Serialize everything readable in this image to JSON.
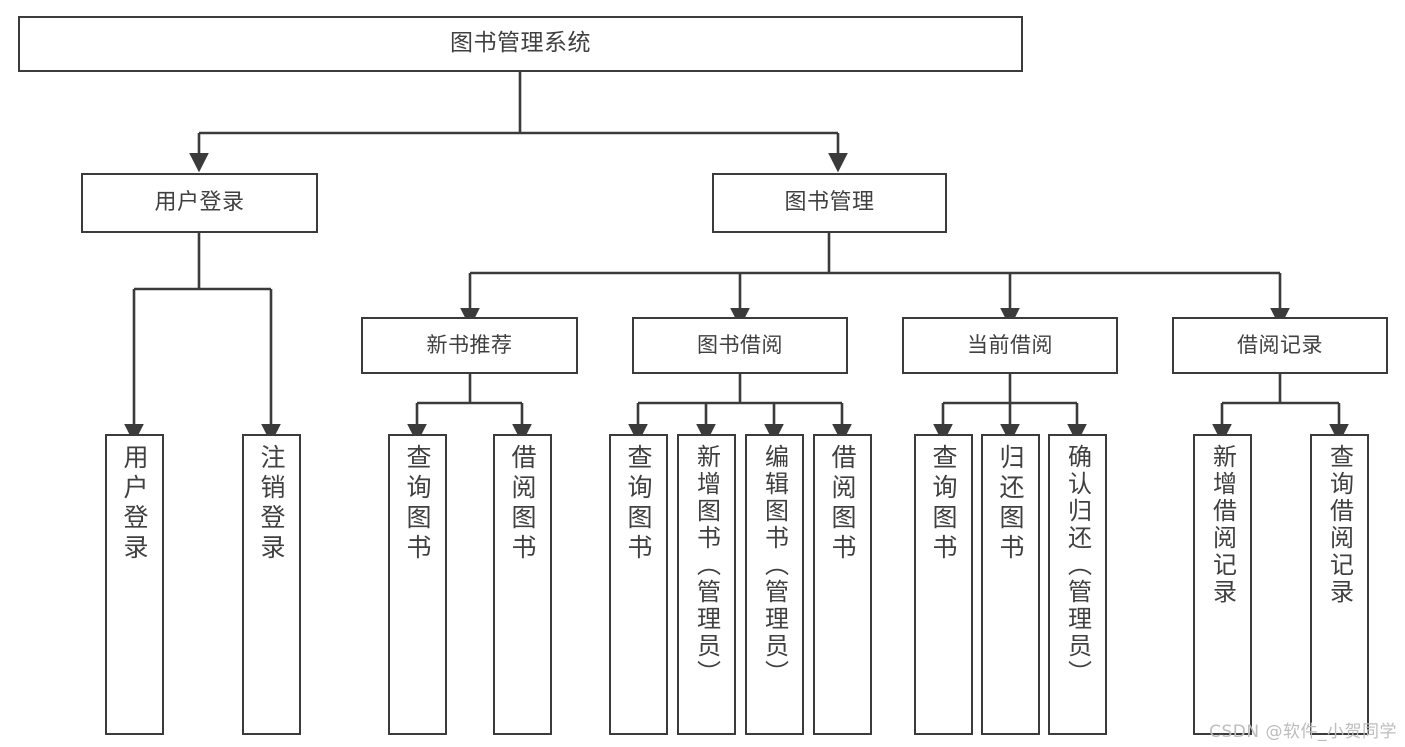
{
  "diagram": {
    "title": "图书管理系统",
    "type": "tree",
    "watermark": "CSDN @软件_小贺同学",
    "colors": {
      "background": "#ffffff",
      "box_border": "#3b3b3b",
      "text": "#404040",
      "connector": "#3b3b3b",
      "watermark": "#bdbdbd"
    },
    "root": {
      "label": "图书管理系统"
    },
    "level1": [
      {
        "label": "用户登录"
      },
      {
        "label": "图书管理"
      }
    ],
    "level2": [
      {
        "label": "新书推荐"
      },
      {
        "label": "图书借阅"
      },
      {
        "label": "当前借阅"
      },
      {
        "label": "借阅记录"
      }
    ],
    "leaves": {
      "user_login": [
        {
          "label": "用户登录"
        },
        {
          "label": "注销登录"
        }
      ],
      "new_book_recommend": [
        {
          "label": "查询图书"
        },
        {
          "label": "借阅图书"
        }
      ],
      "book_borrow": [
        {
          "label": "查询图书"
        },
        {
          "label": "新增图书（管理员）"
        },
        {
          "label": "编辑图书（管理员）"
        },
        {
          "label": "借阅图书"
        }
      ],
      "current_borrow": [
        {
          "label": "查询图书"
        },
        {
          "label": "归还图书"
        },
        {
          "label": "确认归还（管理员）"
        }
      ],
      "borrow_record": [
        {
          "label": "新增借阅记录"
        },
        {
          "label": "查询借阅记录"
        }
      ]
    }
  }
}
